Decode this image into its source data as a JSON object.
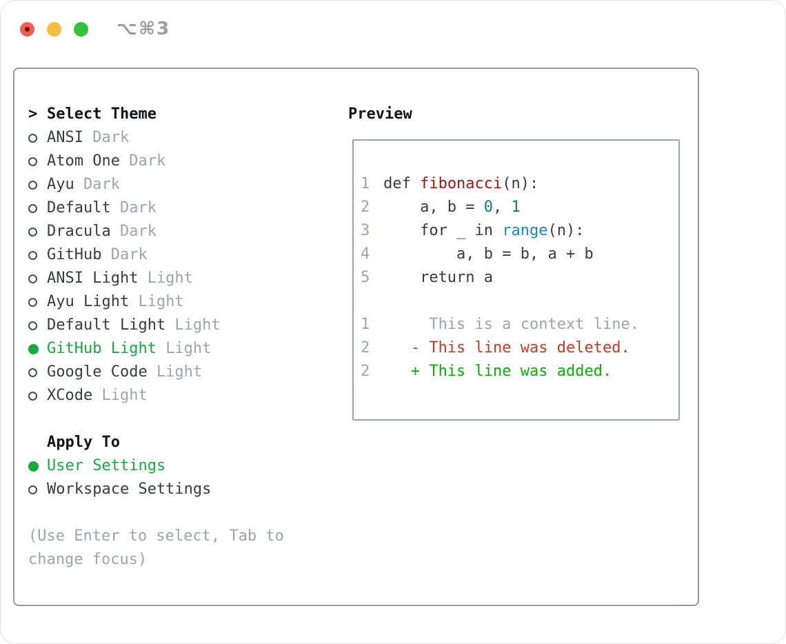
{
  "titlebar": {
    "shortcut": "⌥⌘3",
    "buttons": [
      {
        "id": "close"
      },
      {
        "id": "minimize"
      },
      {
        "id": "zoom"
      }
    ]
  },
  "picker": {
    "prompt": ">",
    "title": "Select Theme",
    "themes": [
      {
        "name": "ANSI",
        "variant": "Dark",
        "selected": false
      },
      {
        "name": "Atom One",
        "variant": "Dark",
        "selected": false
      },
      {
        "name": "Ayu",
        "variant": "Dark",
        "selected": false
      },
      {
        "name": "Default",
        "variant": "Dark",
        "selected": false
      },
      {
        "name": "Dracula",
        "variant": "Dark",
        "selected": false
      },
      {
        "name": "GitHub",
        "variant": "Dark",
        "selected": false
      },
      {
        "name": "ANSI Light",
        "variant": "Light",
        "selected": false
      },
      {
        "name": "Ayu Light",
        "variant": "Light",
        "selected": false
      },
      {
        "name": "Default Light",
        "variant": "Light",
        "selected": false
      },
      {
        "name": "GitHub Light",
        "variant": "Light",
        "selected": true
      },
      {
        "name": "Google Code",
        "variant": "Light",
        "selected": false
      },
      {
        "name": "XCode",
        "variant": "Light",
        "selected": false
      }
    ],
    "apply_to": {
      "title": "Apply To",
      "options": [
        {
          "name": "User Settings",
          "selected": true
        },
        {
          "name": "Workspace Settings",
          "selected": false
        }
      ]
    },
    "hint": "(Use Enter to select, Tab to change focus)"
  },
  "preview": {
    "title": "Preview",
    "lines": [
      {
        "num": "1",
        "tokens": [
          {
            "text": "def ",
            "style": "code"
          },
          {
            "text": "fibonacci",
            "style": "func"
          },
          {
            "text": "(n):",
            "style": "code"
          }
        ]
      },
      {
        "num": "2",
        "tokens": [
          {
            "text": "    a, b = ",
            "style": "code"
          },
          {
            "text": "0",
            "style": "number"
          },
          {
            "text": ", ",
            "style": "code"
          },
          {
            "text": "1",
            "style": "number"
          }
        ]
      },
      {
        "num": "3",
        "tokens": [
          {
            "text": "    for _ in ",
            "style": "code"
          },
          {
            "text": "range",
            "style": "builtin"
          },
          {
            "text": "(n):",
            "style": "code"
          }
        ]
      },
      {
        "num": "4",
        "tokens": [
          {
            "text": "        a, b = b, a + b",
            "style": "code"
          }
        ]
      },
      {
        "num": "5",
        "tokens": [
          {
            "text": "    return a",
            "style": "code"
          }
        ]
      },
      {
        "num": "",
        "tokens": []
      },
      {
        "num": "1",
        "tokens": [
          {
            "text": "     This is a context line.",
            "style": "context"
          }
        ]
      },
      {
        "num": "2",
        "tokens": [
          {
            "text": "   - This line was deleted.",
            "style": "deleted"
          }
        ]
      },
      {
        "num": "2",
        "tokens": [
          {
            "text": "   + This line was added.",
            "style": "added"
          }
        ]
      }
    ]
  },
  "colors": {
    "accent_green": "#18a93c",
    "diff_added": "#06ae06",
    "diff_deleted": "#c23b22",
    "func_red": "#a31515",
    "builtin_blue": "#1589cc",
    "number_teal": "#0e7d7e",
    "muted": "#9aa4b2",
    "text": "#363c45",
    "traffic_red": "#f25c54",
    "traffic_yellow": "#f5bd41",
    "traffic_green": "#31c33e"
  }
}
